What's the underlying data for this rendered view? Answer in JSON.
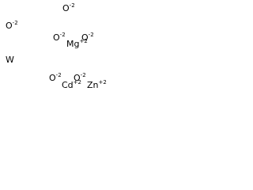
{
  "labels": [
    {
      "id": "o1",
      "symbol": "O",
      "charge": "-2"
    },
    {
      "id": "o2",
      "symbol": "O",
      "charge": "-2"
    },
    {
      "id": "o3",
      "symbol": "O",
      "charge": "-2"
    },
    {
      "id": "mg",
      "symbol": "Mg",
      "charge": "+2"
    },
    {
      "id": "o4",
      "symbol": "O",
      "charge": "-2"
    },
    {
      "id": "w",
      "symbol": "W",
      "charge": ""
    },
    {
      "id": "o5",
      "symbol": "O",
      "charge": "-2"
    },
    {
      "id": "o6",
      "symbol": "O",
      "charge": "-2"
    },
    {
      "id": "cd",
      "symbol": "Cd",
      "charge": "+2"
    },
    {
      "id": "zn",
      "symbol": "Zn",
      "charge": "+2"
    }
  ]
}
